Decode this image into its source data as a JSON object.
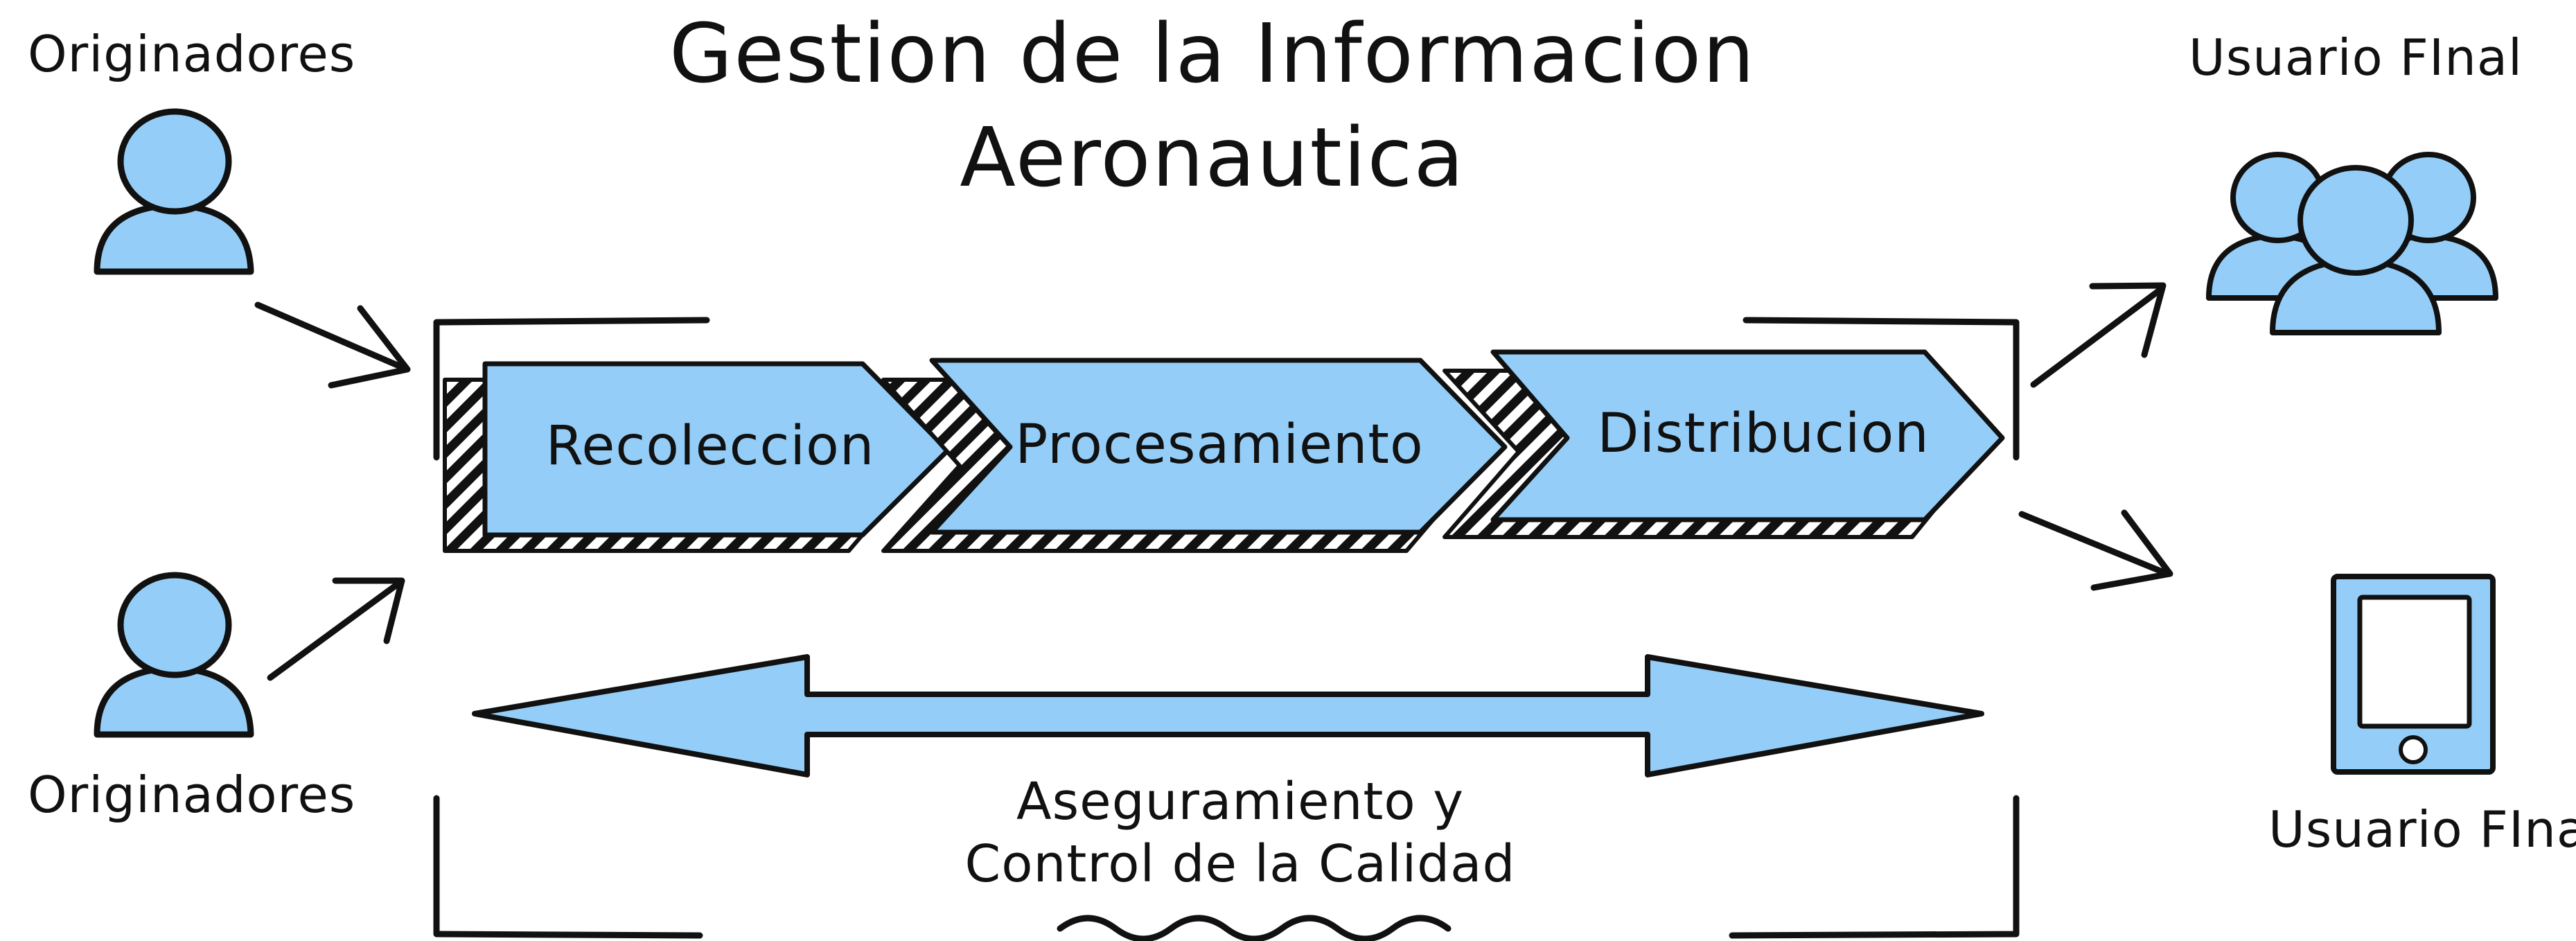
{
  "title": {
    "line1": "Gestion de la Informacion",
    "line2": "Aeronautica"
  },
  "originators": {
    "top_label": "Originadores",
    "bottom_label": "Originadores"
  },
  "stages": [
    {
      "label": "Recoleccion"
    },
    {
      "label": "Procesamiento"
    },
    {
      "label": "Distribucion"
    }
  ],
  "quality": {
    "line1": "Aseguramiento y",
    "line2": "Control de la Calidad"
  },
  "end_users": {
    "top_label": "Usuario FInal",
    "bottom_label": "Usuario FInal"
  },
  "colors": {
    "fill": "#94cef8",
    "ink": "#111111",
    "background": "#ffffff"
  }
}
